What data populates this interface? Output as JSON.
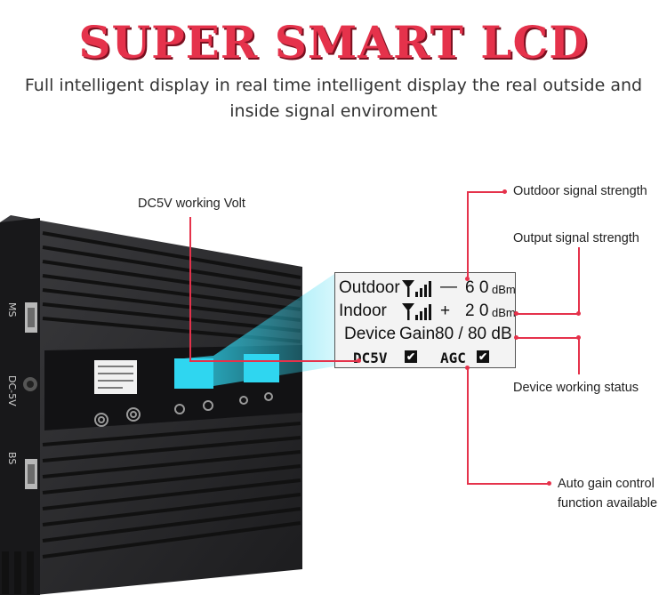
{
  "header": {
    "title": "SUPER SMART LCD",
    "subtitle_line1": "Full intelligent display in real time intelligent display the real outside and",
    "subtitle_line2": "inside signal enviroment"
  },
  "callouts": {
    "dc5v_volt": "DC5V working Volt",
    "outdoor_signal": "Outdoor signal strength",
    "output_signal": "Output signal strength",
    "device_status": "Device working status",
    "agc_line1": "Auto gain control",
    "agc_line2": "function available"
  },
  "lcd": {
    "outdoor_label": "Outdoor",
    "outdoor_sign": "—",
    "outdoor_value": "6 0",
    "outdoor_unit": "dBm",
    "indoor_label": "Indoor",
    "indoor_sign": "+",
    "indoor_value": "2 0",
    "indoor_unit": "dBm",
    "device_label": "Device",
    "gain_label": "Gain",
    "gain_value": "80 / 80 dB",
    "dc5v_label": "DC5V",
    "agc_label": "AGC",
    "check_mark": "✔"
  },
  "device": {
    "port_label_top": "MS",
    "port_label_mid": "DC-5V",
    "port_label_bottom": "BS"
  },
  "colors": {
    "accent": "#e5324b",
    "device_body": "#2a2a2c",
    "lcd_glow": "#2fd6f0"
  }
}
